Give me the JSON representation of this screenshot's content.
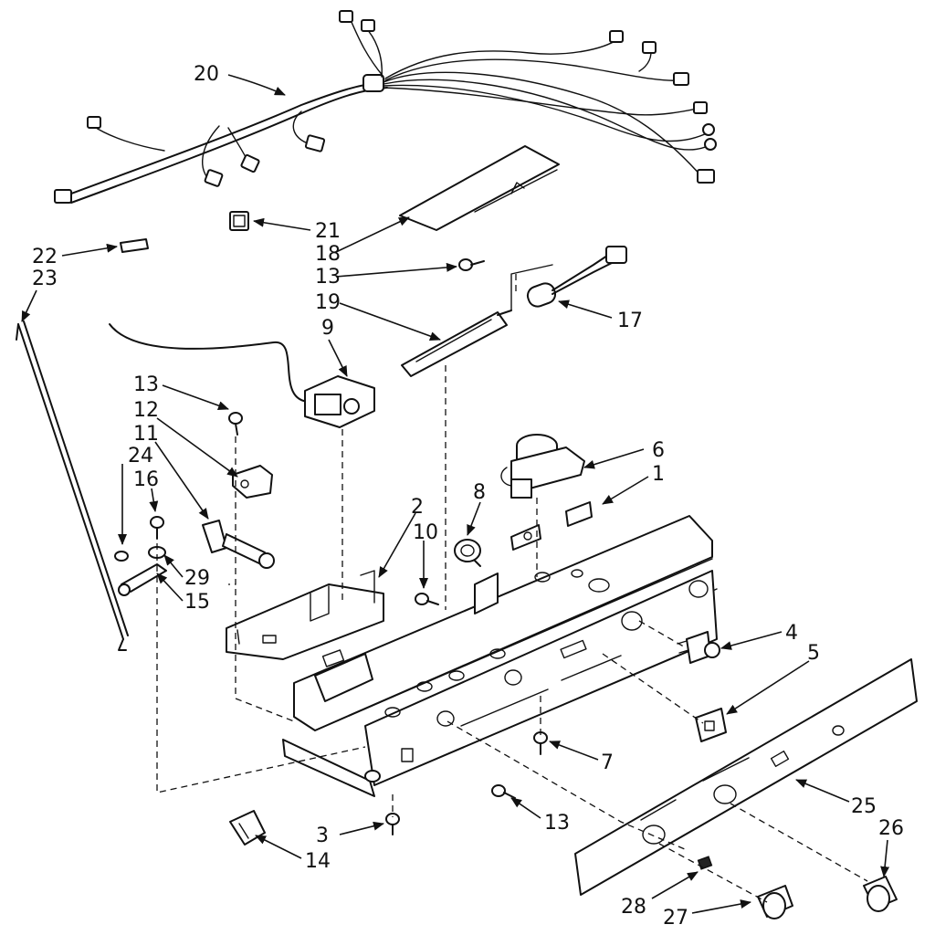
{
  "diagram": {
    "background": "#ffffff",
    "ink": "#111111",
    "callouts": [
      {
        "id": "c20",
        "text": "20"
      },
      {
        "id": "c21",
        "text": "21"
      },
      {
        "id": "c18",
        "text": "18"
      },
      {
        "id": "c22",
        "text": "22"
      },
      {
        "id": "c23",
        "text": "23"
      },
      {
        "id": "c13a",
        "text": "13"
      },
      {
        "id": "c19",
        "text": "19"
      },
      {
        "id": "c17",
        "text": "17"
      },
      {
        "id": "c9",
        "text": "9"
      },
      {
        "id": "c13b",
        "text": "13"
      },
      {
        "id": "c12",
        "text": "12"
      },
      {
        "id": "c11",
        "text": "11"
      },
      {
        "id": "c24",
        "text": "24"
      },
      {
        "id": "c16",
        "text": "16"
      },
      {
        "id": "c6",
        "text": "6"
      },
      {
        "id": "c1",
        "text": "1"
      },
      {
        "id": "c8",
        "text": "8"
      },
      {
        "id": "c2",
        "text": "2"
      },
      {
        "id": "c10",
        "text": "10"
      },
      {
        "id": "c29",
        "text": "29"
      },
      {
        "id": "c15",
        "text": "15"
      },
      {
        "id": "c4",
        "text": "4"
      },
      {
        "id": "c5",
        "text": "5"
      },
      {
        "id": "c7",
        "text": "7"
      },
      {
        "id": "c25",
        "text": "25"
      },
      {
        "id": "c13c",
        "text": "13"
      },
      {
        "id": "c26",
        "text": "26"
      },
      {
        "id": "c3",
        "text": "3"
      },
      {
        "id": "c14",
        "text": "14"
      },
      {
        "id": "c28",
        "text": "28"
      },
      {
        "id": "c27",
        "text": "27"
      }
    ]
  }
}
